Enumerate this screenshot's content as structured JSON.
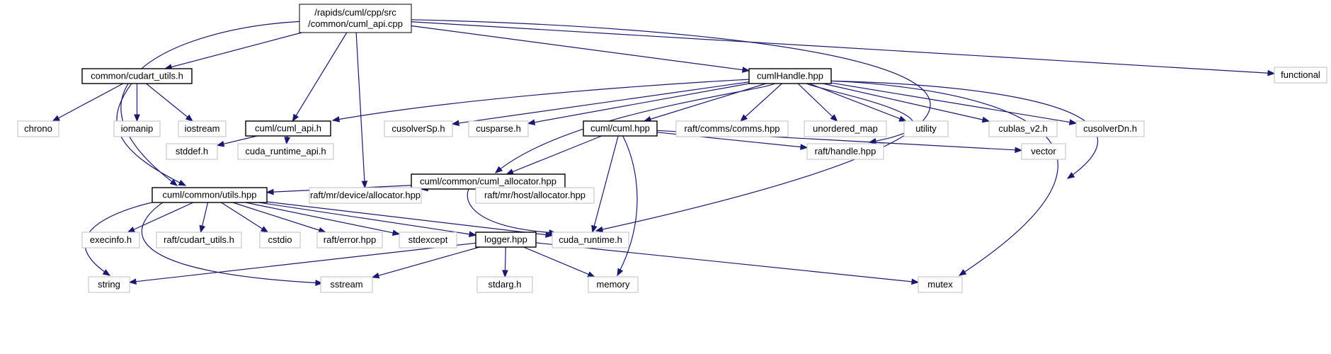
{
  "graph": {
    "colors": {
      "edge": "#191970",
      "root_fill": "#bfbfbf",
      "project_border": "#000000",
      "external_border": "#bfbfbf"
    },
    "nodes": [
      {
        "id": "root",
        "lines": [
          "/rapids/cuml/cpp/src",
          "/common/cuml_api.cpp"
        ],
        "kind": "root"
      },
      {
        "id": "cudart_utils",
        "lines": [
          "common/cudart_utils.h"
        ],
        "kind": "project"
      },
      {
        "id": "cumlHandle",
        "lines": [
          "cumlHandle.hpp"
        ],
        "kind": "project"
      },
      {
        "id": "functional",
        "lines": [
          "functional"
        ],
        "kind": "external"
      },
      {
        "id": "chrono",
        "lines": [
          "chrono"
        ],
        "kind": "external"
      },
      {
        "id": "iomanip",
        "lines": [
          "iomanip"
        ],
        "kind": "external"
      },
      {
        "id": "iostream",
        "lines": [
          "iostream"
        ],
        "kind": "external"
      },
      {
        "id": "cuml_api_h",
        "lines": [
          "cuml/cuml_api.h"
        ],
        "kind": "project"
      },
      {
        "id": "cusolverSp",
        "lines": [
          "cusolverSp.h"
        ],
        "kind": "external"
      },
      {
        "id": "cusparse",
        "lines": [
          "cusparse.h"
        ],
        "kind": "external"
      },
      {
        "id": "cuml_hpp",
        "lines": [
          "cuml/cuml.hpp"
        ],
        "kind": "project"
      },
      {
        "id": "raft_comms",
        "lines": [
          "raft/comms/comms.hpp"
        ],
        "kind": "external"
      },
      {
        "id": "unordered_map",
        "lines": [
          "unordered_map"
        ],
        "kind": "external"
      },
      {
        "id": "utility",
        "lines": [
          "utility"
        ],
        "kind": "external"
      },
      {
        "id": "cublas",
        "lines": [
          "cublas_v2.h"
        ],
        "kind": "external"
      },
      {
        "id": "cusolverDn",
        "lines": [
          "cusolverDn.h"
        ],
        "kind": "external"
      },
      {
        "id": "stddef",
        "lines": [
          "stddef.h"
        ],
        "kind": "external"
      },
      {
        "id": "cuda_runtime_api",
        "lines": [
          "cuda_runtime_api.h"
        ],
        "kind": "external"
      },
      {
        "id": "cuml_allocator",
        "lines": [
          "cuml/common/cuml_allocator.hpp"
        ],
        "kind": "project"
      },
      {
        "id": "raft_handle",
        "lines": [
          "raft/handle.hpp"
        ],
        "kind": "external"
      },
      {
        "id": "vector",
        "lines": [
          "vector"
        ],
        "kind": "external"
      },
      {
        "id": "utils_hpp",
        "lines": [
          "cuml/common/utils.hpp"
        ],
        "kind": "project"
      },
      {
        "id": "raft_device_alloc",
        "lines": [
          "raft/mr/device/allocator.hpp"
        ],
        "kind": "external"
      },
      {
        "id": "raft_host_alloc",
        "lines": [
          "raft/mr/host/allocator.hpp"
        ],
        "kind": "external"
      },
      {
        "id": "execinfo",
        "lines": [
          "execinfo.h"
        ],
        "kind": "external"
      },
      {
        "id": "raft_cudart_utils",
        "lines": [
          "raft/cudart_utils.h"
        ],
        "kind": "external"
      },
      {
        "id": "cstdio",
        "lines": [
          "cstdio"
        ],
        "kind": "external"
      },
      {
        "id": "raft_error",
        "lines": [
          "raft/error.hpp"
        ],
        "kind": "external"
      },
      {
        "id": "stdexcept",
        "lines": [
          "stdexcept"
        ],
        "kind": "external"
      },
      {
        "id": "logger",
        "lines": [
          "logger.hpp"
        ],
        "kind": "project"
      },
      {
        "id": "cuda_runtime",
        "lines": [
          "cuda_runtime.h"
        ],
        "kind": "external"
      },
      {
        "id": "string",
        "lines": [
          "string"
        ],
        "kind": "external"
      },
      {
        "id": "sstream",
        "lines": [
          "sstream"
        ],
        "kind": "external"
      },
      {
        "id": "stdarg",
        "lines": [
          "stdarg.h"
        ],
        "kind": "external"
      },
      {
        "id": "memory",
        "lines": [
          "memory"
        ],
        "kind": "external"
      },
      {
        "id": "mutex",
        "lines": [
          "mutex"
        ],
        "kind": "external"
      }
    ],
    "edges": [
      [
        "root",
        "cudart_utils"
      ],
      [
        "root",
        "cumlHandle"
      ],
      [
        "root",
        "functional"
      ],
      [
        "root",
        "cuml_api_h"
      ],
      [
        "root",
        "raft_device_alloc"
      ],
      [
        "root",
        "utils_hpp"
      ],
      [
        "root",
        "raft_host_alloc"
      ],
      [
        "cudart_utils",
        "chrono"
      ],
      [
        "cudart_utils",
        "iomanip"
      ],
      [
        "cudart_utils",
        "iostream"
      ],
      [
        "cudart_utils",
        "utils_hpp"
      ],
      [
        "cumlHandle",
        "cuml_api_h"
      ],
      [
        "cumlHandle",
        "cusolverSp"
      ],
      [
        "cumlHandle",
        "cusparse"
      ],
      [
        "cumlHandle",
        "cuml_hpp"
      ],
      [
        "cumlHandle",
        "raft_comms"
      ],
      [
        "cumlHandle",
        "unordered_map"
      ],
      [
        "cumlHandle",
        "utility"
      ],
      [
        "cumlHandle",
        "cublas"
      ],
      [
        "cumlHandle",
        "cusolverDn"
      ],
      [
        "cumlHandle",
        "cuml_allocator"
      ],
      [
        "cumlHandle",
        "raft_handle"
      ],
      [
        "cumlHandle",
        "vector"
      ],
      [
        "cumlHandle",
        "mutex"
      ],
      [
        "cuml_api_h",
        "stddef"
      ],
      [
        "cuml_api_h",
        "cuda_runtime_api"
      ],
      [
        "cuml_hpp",
        "cuml_allocator"
      ],
      [
        "cuml_hpp",
        "raft_handle"
      ],
      [
        "cuml_hpp",
        "vector"
      ],
      [
        "cuml_hpp",
        "cuda_runtime"
      ],
      [
        "cuml_hpp",
        "memory"
      ],
      [
        "cuml_allocator",
        "utils_hpp"
      ],
      [
        "cuml_allocator",
        "raft_device_alloc"
      ],
      [
        "cuml_allocator",
        "raft_host_alloc"
      ],
      [
        "cuml_allocator",
        "cuda_runtime"
      ],
      [
        "utils_hpp",
        "execinfo"
      ],
      [
        "utils_hpp",
        "raft_cudart_utils"
      ],
      [
        "utils_hpp",
        "cstdio"
      ],
      [
        "utils_hpp",
        "raft_error"
      ],
      [
        "utils_hpp",
        "stdexcept"
      ],
      [
        "utils_hpp",
        "logger"
      ],
      [
        "utils_hpp",
        "cuda_runtime"
      ],
      [
        "utils_hpp",
        "string"
      ],
      [
        "utils_hpp",
        "sstream"
      ],
      [
        "logger",
        "string"
      ],
      [
        "logger",
        "sstream"
      ],
      [
        "logger",
        "stdarg"
      ],
      [
        "logger",
        "memory"
      ],
      [
        "logger",
        "mutex"
      ]
    ]
  }
}
